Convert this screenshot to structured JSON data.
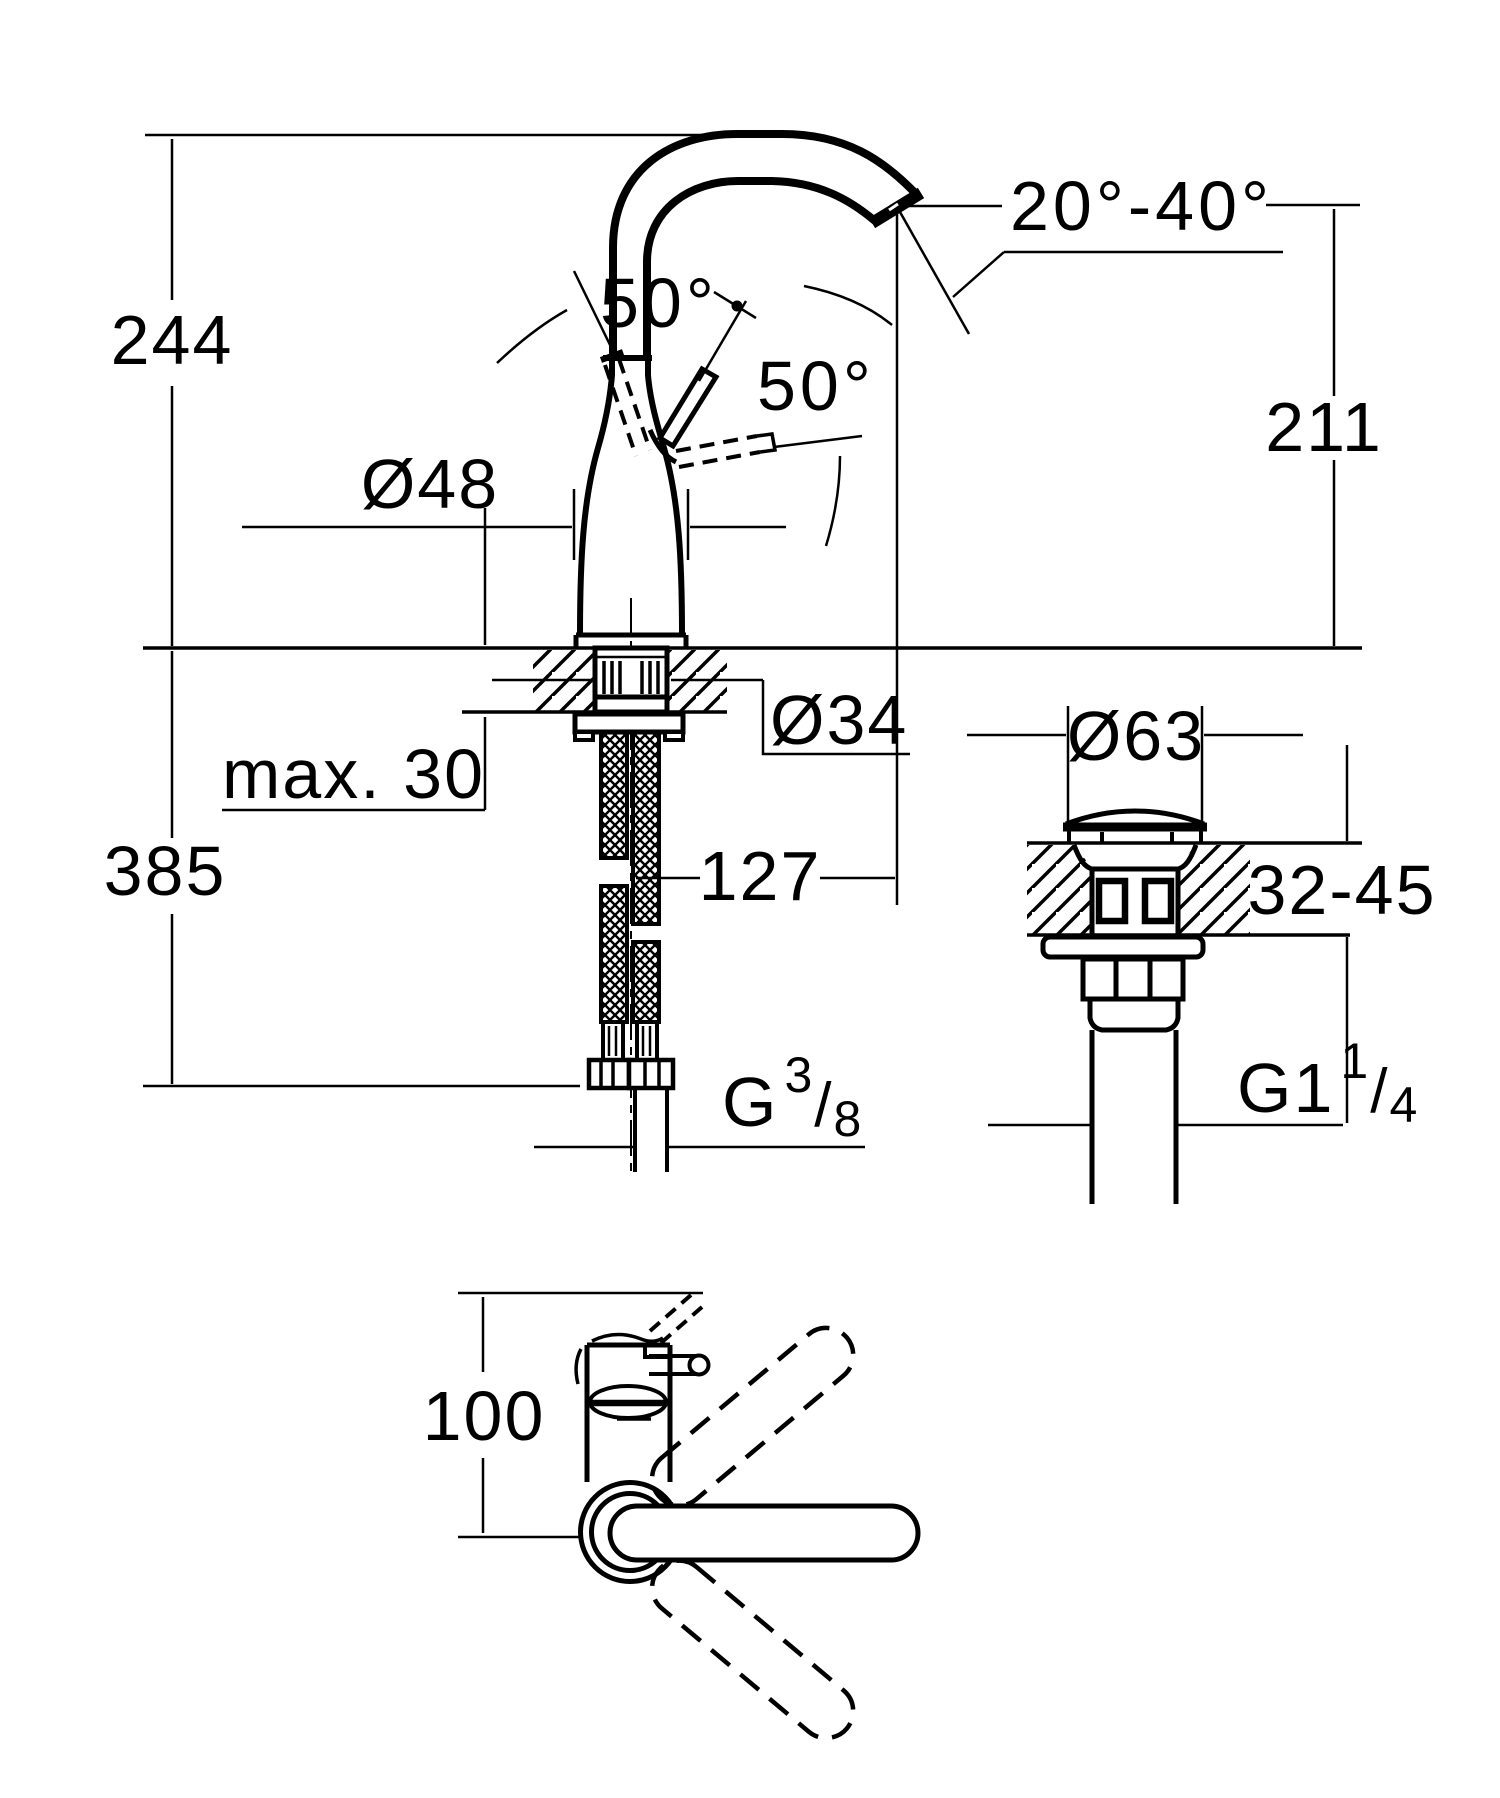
{
  "title": "Single-lever basin mixer installation dimension drawing",
  "colors": {
    "line": "#000000",
    "background": "#ffffff"
  },
  "labels": {
    "height_above_deck": "244",
    "depth_below_deck": "385",
    "max_deck_thickness": "max. 30",
    "body_diameter": "Ø48",
    "shank_diameter": "Ø34",
    "spout_outlet_height": "211",
    "spout_outlet_angle_range": "20°-40°",
    "handle_swivel_angle_upper": "50°",
    "handle_swivel_angle_right": "50°",
    "spout_reach": "127",
    "waste_cap_diameter": "Ø63",
    "waste_deck_thickness_range": "32-45",
    "plan_body_height": "100",
    "supply_thread": {
      "base": "G",
      "sup": "3",
      "slash": "/",
      "sub": "8"
    },
    "waste_thread": {
      "base": "G1",
      "sup": "1",
      "slash": "/",
      "sub": "4"
    }
  }
}
